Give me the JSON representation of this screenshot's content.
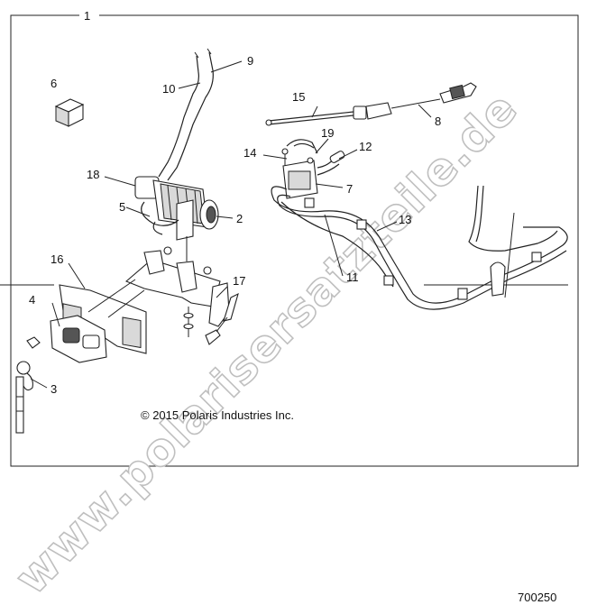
{
  "callouts": [
    "1",
    "2",
    "3",
    "4",
    "5",
    "6",
    "7",
    "8",
    "9",
    "10",
    "11",
    "12",
    "13",
    "14",
    "15",
    "16",
    "17",
    "18",
    "19"
  ],
  "copyright": "© 2015 Polaris Industries Inc.",
  "figure_number": "700250",
  "watermark": "www.polarisersatzteile.de",
  "colors": {
    "lines": "#222222",
    "watermark_outline": "#bfbfbf",
    "background": "#ffffff"
  }
}
